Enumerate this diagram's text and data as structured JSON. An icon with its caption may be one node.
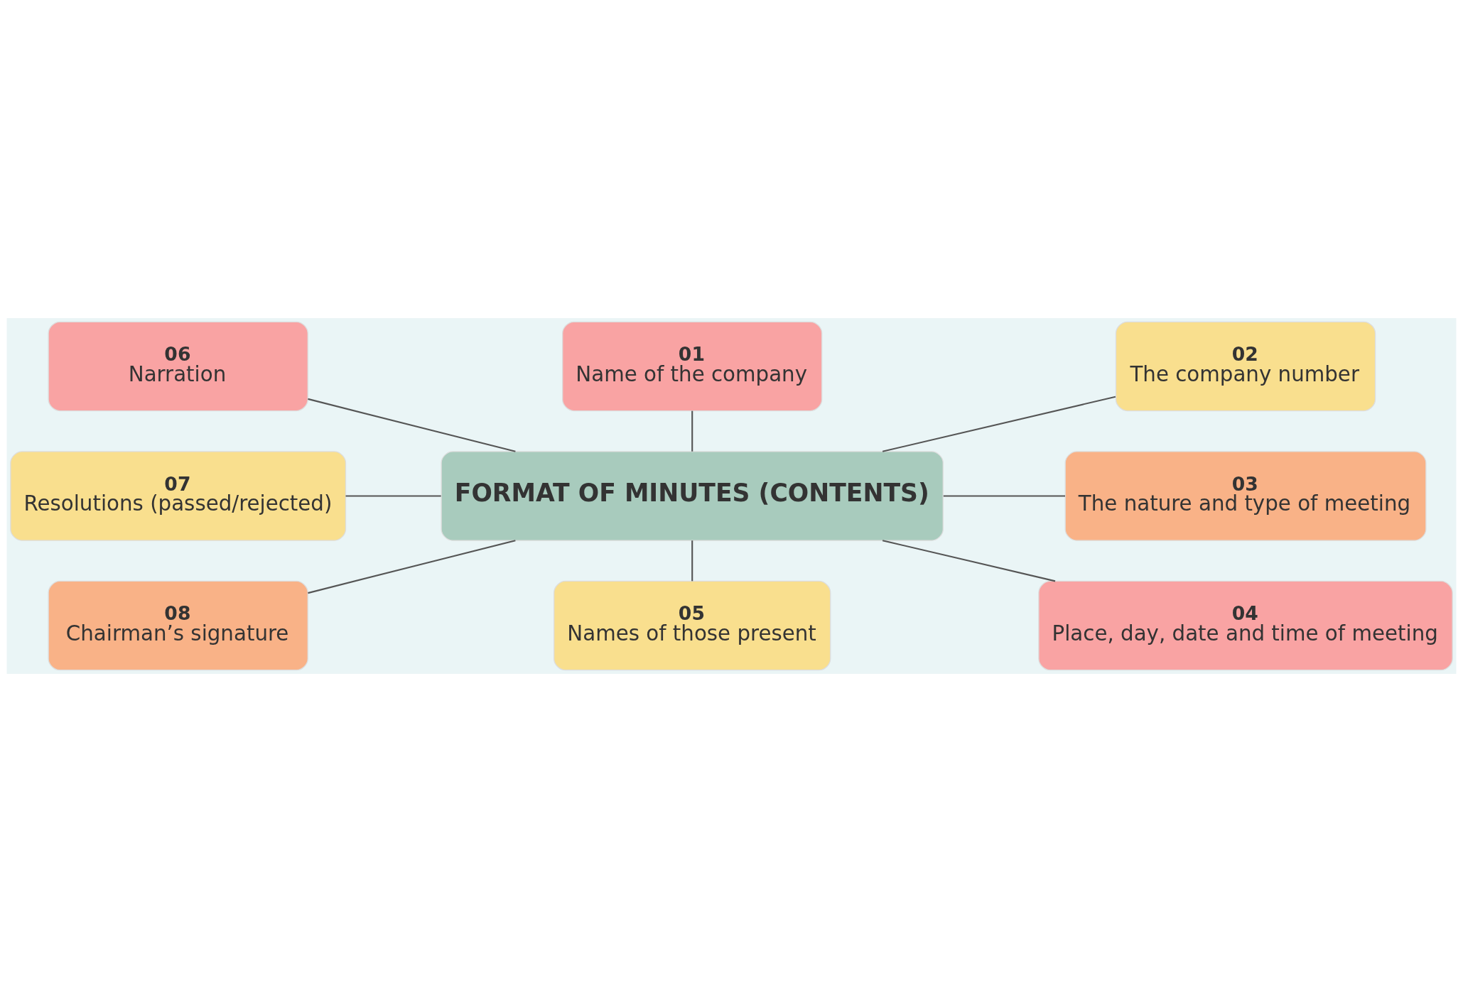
{
  "diagram": {
    "nodes": [
      {
        "text": [
          "FORMAT OF MINUTES (CONTENTS)"
        ]
      },
      {
        "text": [
          "01",
          "Name of the company"
        ]
      },
      {
        "text": [
          "02",
          "The company number"
        ]
      },
      {
        "text": [
          "03",
          "The nature and type of meeting"
        ]
      },
      {
        "text": [
          "04",
          "Place, day, date and time of meeting"
        ]
      },
      {
        "text": [
          "05",
          "Names of those present"
        ]
      },
      {
        "text": [
          "06",
          "Narration"
        ]
      },
      {
        "text": [
          "07",
          "Resolutions (passed/rejected)"
        ]
      },
      {
        "text": [
          "08",
          "Chairman’s signature"
        ]
      }
    ],
    "edges": [
      {
        "from": 1,
        "to": 0,
        "arrow": "none"
      },
      {
        "from": 0,
        "to": 2,
        "arrow": "none"
      },
      {
        "from": 0,
        "to": 3,
        "arrow": "none"
      },
      {
        "from": 0,
        "to": 4,
        "arrow": "none"
      },
      {
        "from": 0,
        "to": 5,
        "arrow": "none"
      },
      {
        "from": 6,
        "to": 0,
        "arrow": "none"
      },
      {
        "from": 7,
        "to": 0,
        "arrow": "none"
      },
      {
        "from": 8,
        "to": 0,
        "arrow": "none"
      }
    ]
  }
}
